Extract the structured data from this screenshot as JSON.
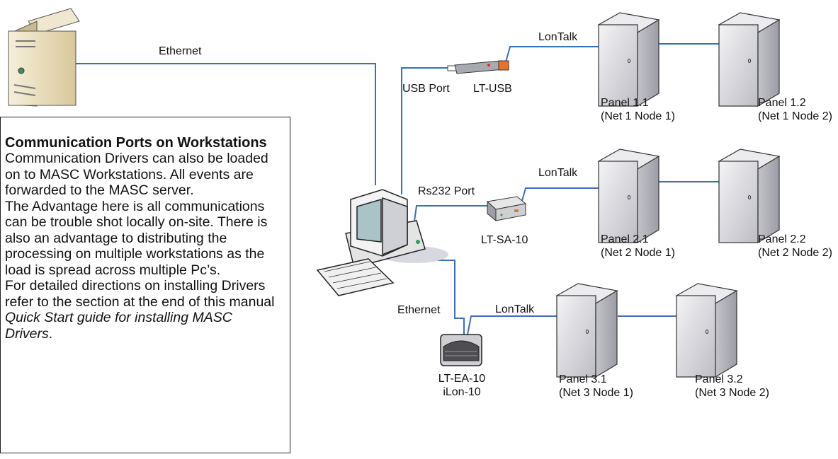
{
  "links": {
    "ethernet_top": "Ethernet",
    "usb_port": "USB Port",
    "rs232_port": "Rs232 Port",
    "ethernet_bottom": "Ethernet",
    "lontalk_1": "LonTalk",
    "lontalk_2": "LonTalk",
    "lontalk_3": "LonTalk"
  },
  "devices": {
    "lt_usb": "LT-USB",
    "lt_sa10": "LT-SA-10",
    "lt_ea10": "LT-EA-10",
    "ilon10": "iLon-10"
  },
  "panels": [
    {
      "name": "Panel 1.1",
      "addr": "(Net 1 Node 1)"
    },
    {
      "name": "Panel 1.2",
      "addr": "(Net 1 Node 2)"
    },
    {
      "name": "Panel 2.1",
      "addr": "(Net 2 Node 1)"
    },
    {
      "name": "Panel 2.2",
      "addr": "(Net 2 Node 2)"
    },
    {
      "name": "Panel 3.1",
      "addr": "(Net 3 Node 1)"
    },
    {
      "name": "Panel 3.2",
      "addr": "(Net 3 Node 2)"
    }
  ],
  "info": {
    "title": "Communication Ports on Workstations",
    "p1": "Communication Drivers can also be loaded on to MASC Workstations. All events are forwarded to the MASC server.",
    "p2": "The Advantage here is all communications can be trouble shot locally on-site. There is also an advantage to distributing the processing on multiple workstations as the load is spread across multiple Pc’s.",
    "p3_text": "For detailed directions on installing Drivers refer to the section at the end of this manual ",
    "p3_italic": "Quick Start guide for installing MASC Drivers",
    "p3_end": "."
  },
  "colors": {
    "wire": "#3b6fb6",
    "panel_front": "#d4d4d8",
    "panel_side": "#b2b2b8",
    "server_beige": "#e8dcb8"
  }
}
